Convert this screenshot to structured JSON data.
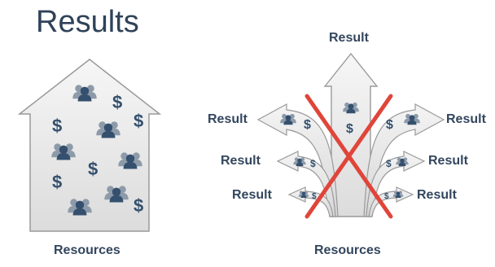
{
  "title": "Results",
  "left_panel": {
    "bottom_label": "Resources"
  },
  "right_panel": {
    "top_label": "Result",
    "left_results": [
      "Result",
      "Result",
      "Result"
    ],
    "right_results": [
      "Result",
      "Result",
      "Result"
    ],
    "bottom_label": "Resources"
  },
  "icons": {
    "people": "people-group-icon",
    "money": "$"
  },
  "colors": {
    "text": "#33465e",
    "icon": "#34506e",
    "arrow_fill": "#ececec",
    "arrow_stroke": "#9a9a9a",
    "cross": "#e0453a"
  }
}
